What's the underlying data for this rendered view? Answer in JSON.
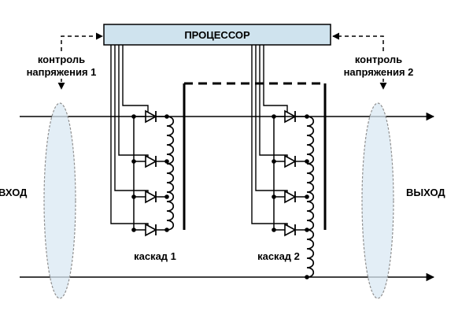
{
  "processor": {
    "label": "ПРОЦЕССОР"
  },
  "voltage_control": {
    "left_line1": "контроль",
    "left_line2": "напряжения 1",
    "right_line1": "контроль",
    "right_line2": "напряжения 2"
  },
  "ports": {
    "left": "ВХОД",
    "right": "ВЫХОД"
  },
  "stages": [
    {
      "label": "каскад 1",
      "diodes": 4
    },
    {
      "label": "каскад 2",
      "diodes": 4
    }
  ],
  "colors": {
    "processor_fill": "#cfe3ee",
    "ellipse_fill": "#d9e8f3",
    "ellipse_stroke": "#8f8f8f",
    "line": "#000000"
  }
}
